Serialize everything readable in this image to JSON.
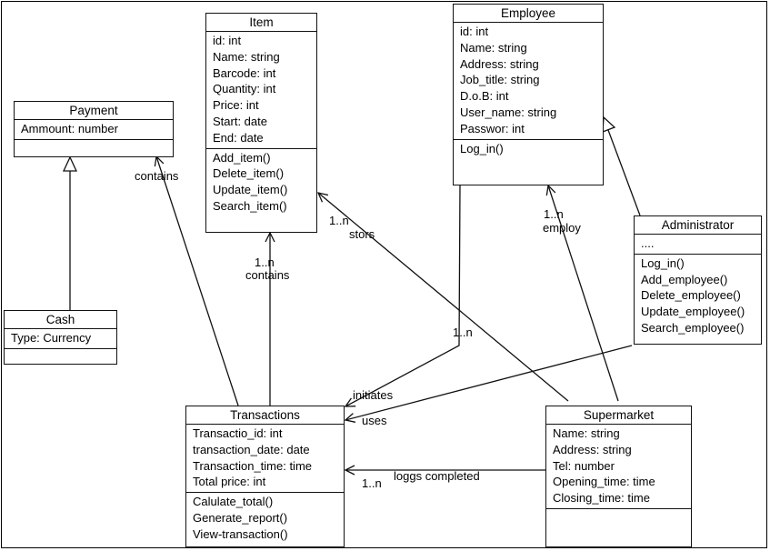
{
  "classes": {
    "item": {
      "name": "Item",
      "attributes": [
        "id: int",
        "Name: string",
        "Barcode: int",
        "Quantity: int",
        "Price: int",
        "Start: date",
        "End: date"
      ],
      "operations": [
        "Add_item()",
        "Delete_item()",
        "Update_item()",
        "Search_item()"
      ]
    },
    "employee": {
      "name": "Employee",
      "attributes": [
        "id: int",
        "Name: string",
        "Address: string",
        "Job_title: string",
        "D.o.B: int",
        "User_name: string",
        "Passwor: int"
      ],
      "operations": [
        "Log_in()"
      ]
    },
    "payment": {
      "name": "Payment",
      "attributes": [
        "Ammount: number"
      ],
      "operations": []
    },
    "cash": {
      "name": "Cash",
      "attributes": [
        "Type: Currency"
      ],
      "operations": []
    },
    "administrator": {
      "name": "Administrator",
      "attributes": [
        "...."
      ],
      "operations": [
        "Log_in()",
        "Add_employee()",
        "Delete_employee()",
        "Update_employee()",
        "Search_employee()"
      ]
    },
    "transactions": {
      "name": "Transactions",
      "attributes": [
        "Transactio_id: int",
        "transaction_date: date",
        "Transaction_time: time",
        "Total price: int"
      ],
      "operations": [
        "Calulate_total()",
        "Generate_report()",
        "View-transaction()"
      ]
    },
    "supermarket": {
      "name": "Supermarket",
      "attributes": [
        "Name: string",
        "Address: string",
        "Tel: number",
        "Opening_time: time",
        "Closing_time: time"
      ],
      "operations": []
    }
  },
  "labels": {
    "contains_payment": "contains",
    "contains_item": "contains",
    "mult_item_trans": "1..n",
    "mult_item_super": "1..n",
    "stors": "stors",
    "mult_employ": "1..n",
    "employ": "employ",
    "mult_initiates": "1..n",
    "initiates": "initiates",
    "uses": "uses",
    "mult_loggs": "1..n",
    "loggs_completed": "loggs completed"
  }
}
